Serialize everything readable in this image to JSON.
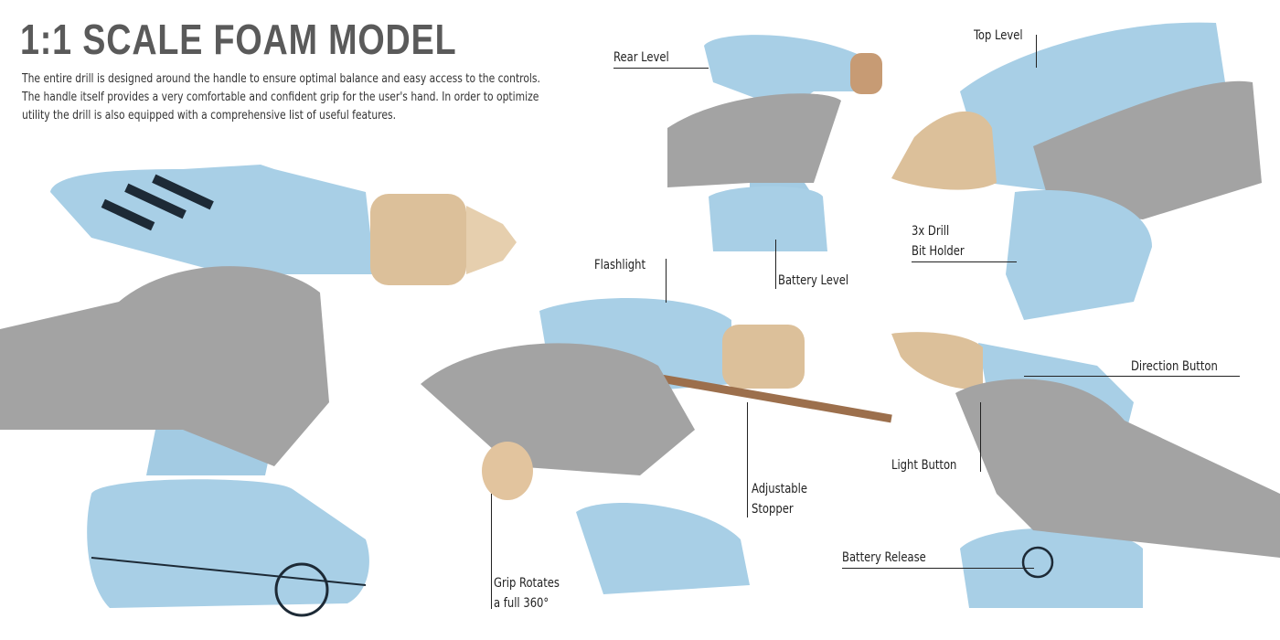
{
  "header": {
    "title": "1:1 SCALE FOAM MODEL",
    "description": "The entire drill is designed around the handle to ensure optimal balance and easy access to the controls. The handle itself provides a very comfortable and confident grip for the user's hand. In order to optimize utility the drill is also equipped with a comprehensive list of useful features."
  },
  "callouts": {
    "rear_level": "Rear Level",
    "top_level": "Top Level",
    "battery_level": "Battery Level",
    "bit_holder_line1": "3x Drill",
    "bit_holder_line2": "Bit Holder",
    "flashlight": "Flashlight",
    "direction_button": "Direction Button",
    "light_button": "Light Button",
    "battery_release": "Battery Release",
    "stopper_line1": "Adjustable",
    "stopper_line2": "Stopper",
    "grip_line1": "Grip Rotates",
    "grip_line2": "a full 360°"
  },
  "colors": {
    "foam_blue": "#a8cfe6",
    "wood": "#dcc09a",
    "hand": "#a3a3a3",
    "ink": "#1d2a36"
  }
}
